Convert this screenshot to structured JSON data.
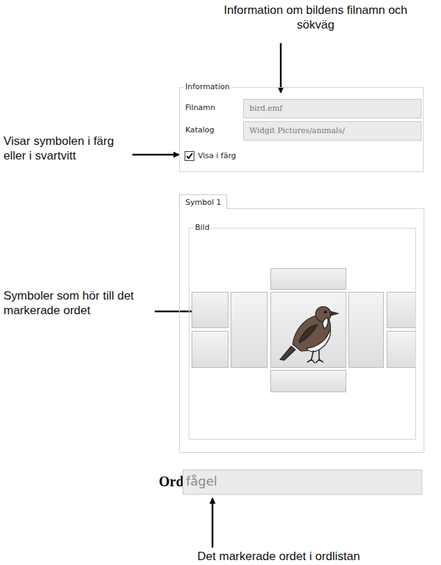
{
  "diagram": {
    "nodes": [
      {
        "text": [
          "Information"
        ]
      },
      {
        "text": [
          "Filnamn",
          "bird.emf"
        ],
        "in": 0
      },
      {
        "text": [
          "Katalog",
          "Widgit Pictures/animals/"
        ],
        "in": 0
      },
      {
        "text": [
          "Visa i färg"
        ],
        "in": 0
      },
      {
        "text": [
          "Symbol 1"
        ]
      },
      {
        "text": [
          "Bild"
        ],
        "in": 4
      },
      {
        "text": [
          "Ord",
          "fågel"
        ]
      }
    ],
    "labels": [
      "Information om bildens filnamn och sökväg",
      "Visar symbolen i färg eller i svartvitt",
      "Symboler som hör till det markerade ordet",
      "Det markerade ordet i ordlistan"
    ]
  }
}
